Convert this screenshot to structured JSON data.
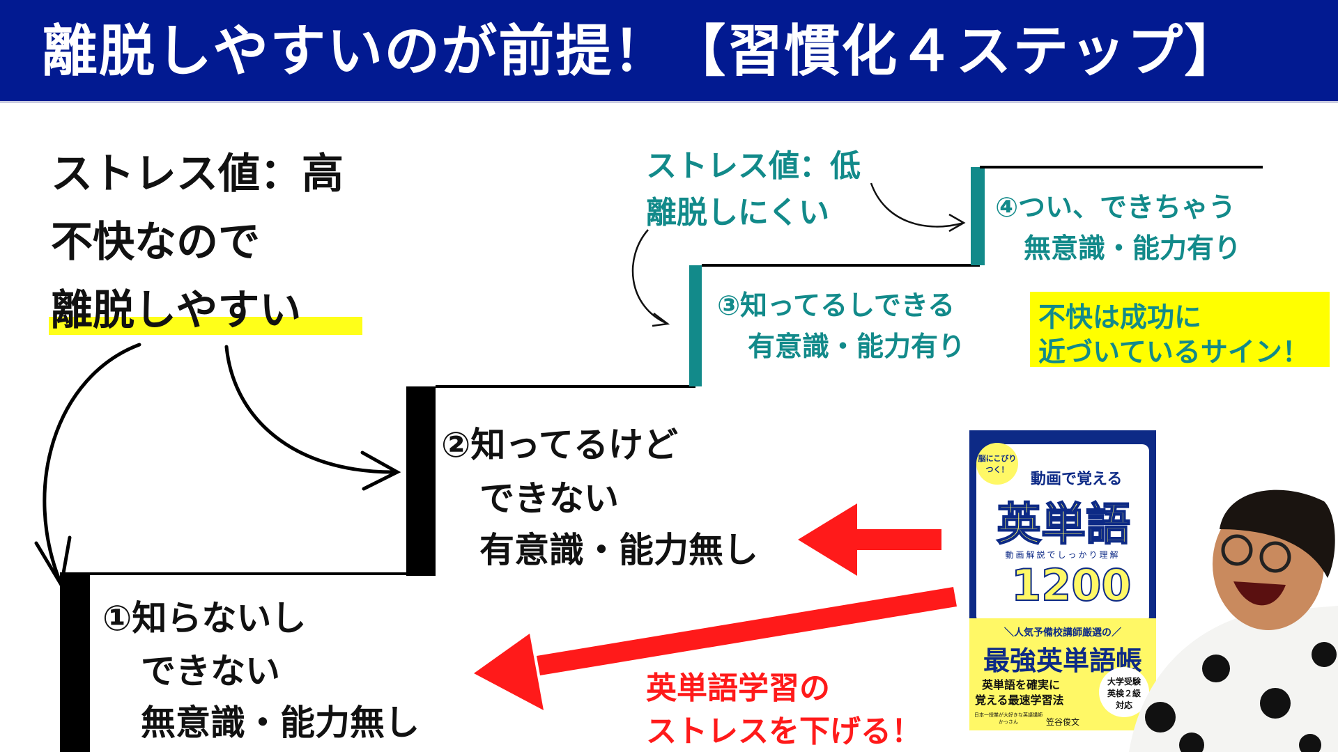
{
  "header": {
    "title": "離脱しやすいのが前提！【習慣化４ステップ】"
  },
  "left_note": {
    "lines": [
      "ストレス値：高",
      "不快なので",
      "離脱しやすい"
    ]
  },
  "teal_note": {
    "lines": [
      "ストレス値：低",
      "離脱しにくい"
    ]
  },
  "steps": [
    {
      "lines": [
        "①知らないし",
        "できない",
        "無意識・能力無し"
      ]
    },
    {
      "lines": [
        "②知ってるけど",
        "できない",
        "有意識・能力無し"
      ]
    },
    {
      "lines": [
        "③知ってるしできる",
        "有意識・能力有り"
      ]
    },
    {
      "lines": [
        "④つい、できちゃう",
        "無意識・能力有り"
      ]
    }
  ],
  "sign": {
    "lines": [
      "不快は成功に",
      "近づいているサイン！"
    ]
  },
  "red_note": {
    "lines": [
      "英単語学習の",
      "ストレスを下げる！"
    ]
  },
  "book": {
    "badge": "脳にこびりつく！",
    "subtitle": "動画で覚える",
    "title": "英単語",
    "tagline": "動画解説でしっかり理解",
    "number": "1200",
    "ribbon": "＼人気予備校講師厳選の／",
    "main": "最強英単語帳",
    "method1": "英単語を確実に",
    "method2": "覚える最速学習法",
    "circle": "大学受験 英検２級 対応",
    "author_note": "日本一授業が大好きな英語講師かっさん",
    "author": "笠谷俊文"
  },
  "colors": {
    "header": "#021a91",
    "teal": "#128a8a",
    "red": "#ff1a1a",
    "yellow": "#ffff00"
  }
}
